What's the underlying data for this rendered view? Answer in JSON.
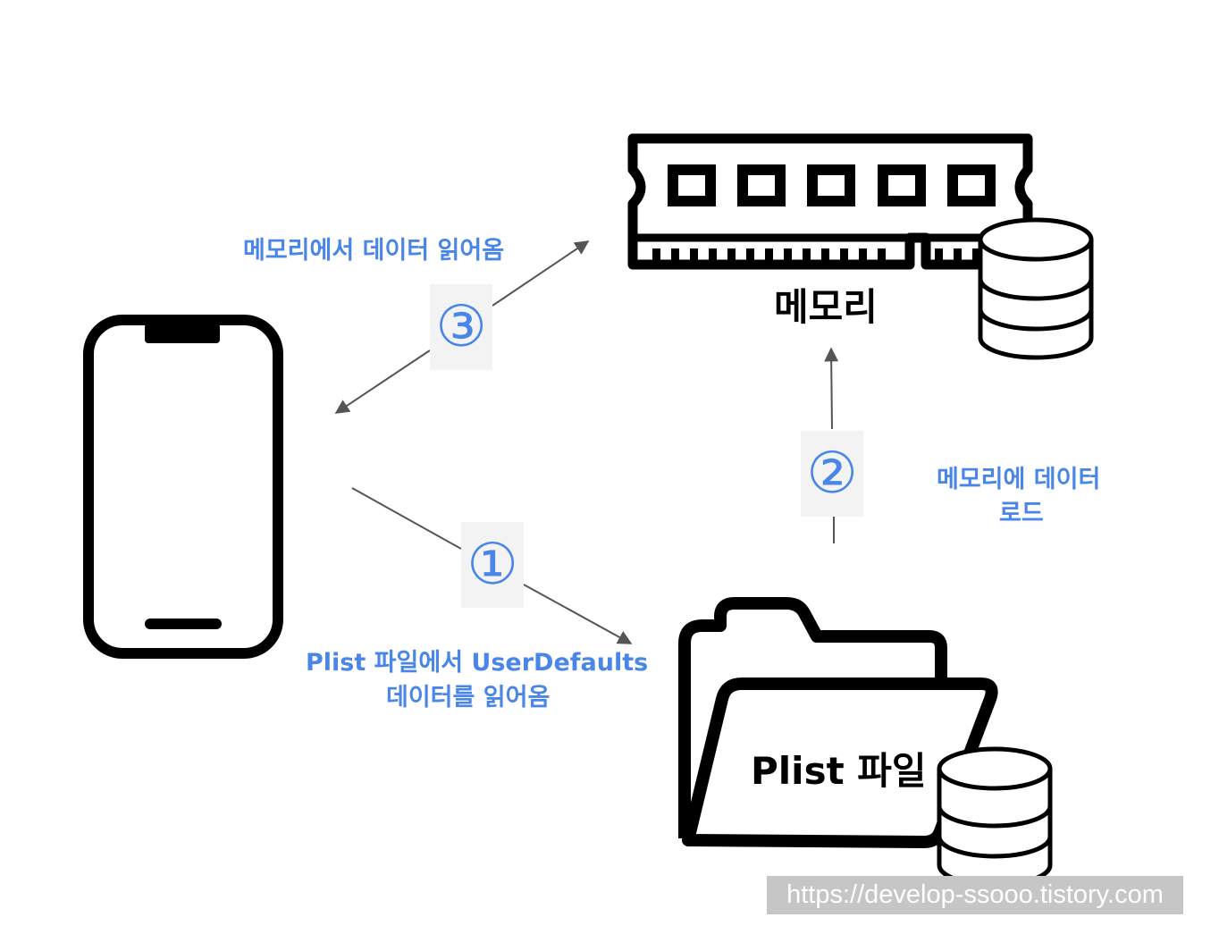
{
  "labels": {
    "memory": "메모리",
    "plist_file": "Plist 파일",
    "read_from_memory": "메모리에서 데이터 읽어옴",
    "load_to_memory_line1": "메모리에 데이터",
    "load_to_memory_line2": "로드",
    "read_plist_line1": "Plist 파일에서 UserDefaults",
    "read_plist_line2": "데이터를 읽어옴"
  },
  "steps": {
    "one": "①",
    "two": "②",
    "three": "③"
  },
  "watermark": "https://develop-ssooo.tistory.com",
  "colors": {
    "accent": "#4a86e8",
    "icon": "#000000",
    "arrow": "#555555",
    "step_bg": "#f3f3f3",
    "watermark_bg": "#c6c6c6"
  },
  "icons": [
    "smartphone-icon",
    "memory-ram-icon",
    "database-icon",
    "folder-icon"
  ]
}
